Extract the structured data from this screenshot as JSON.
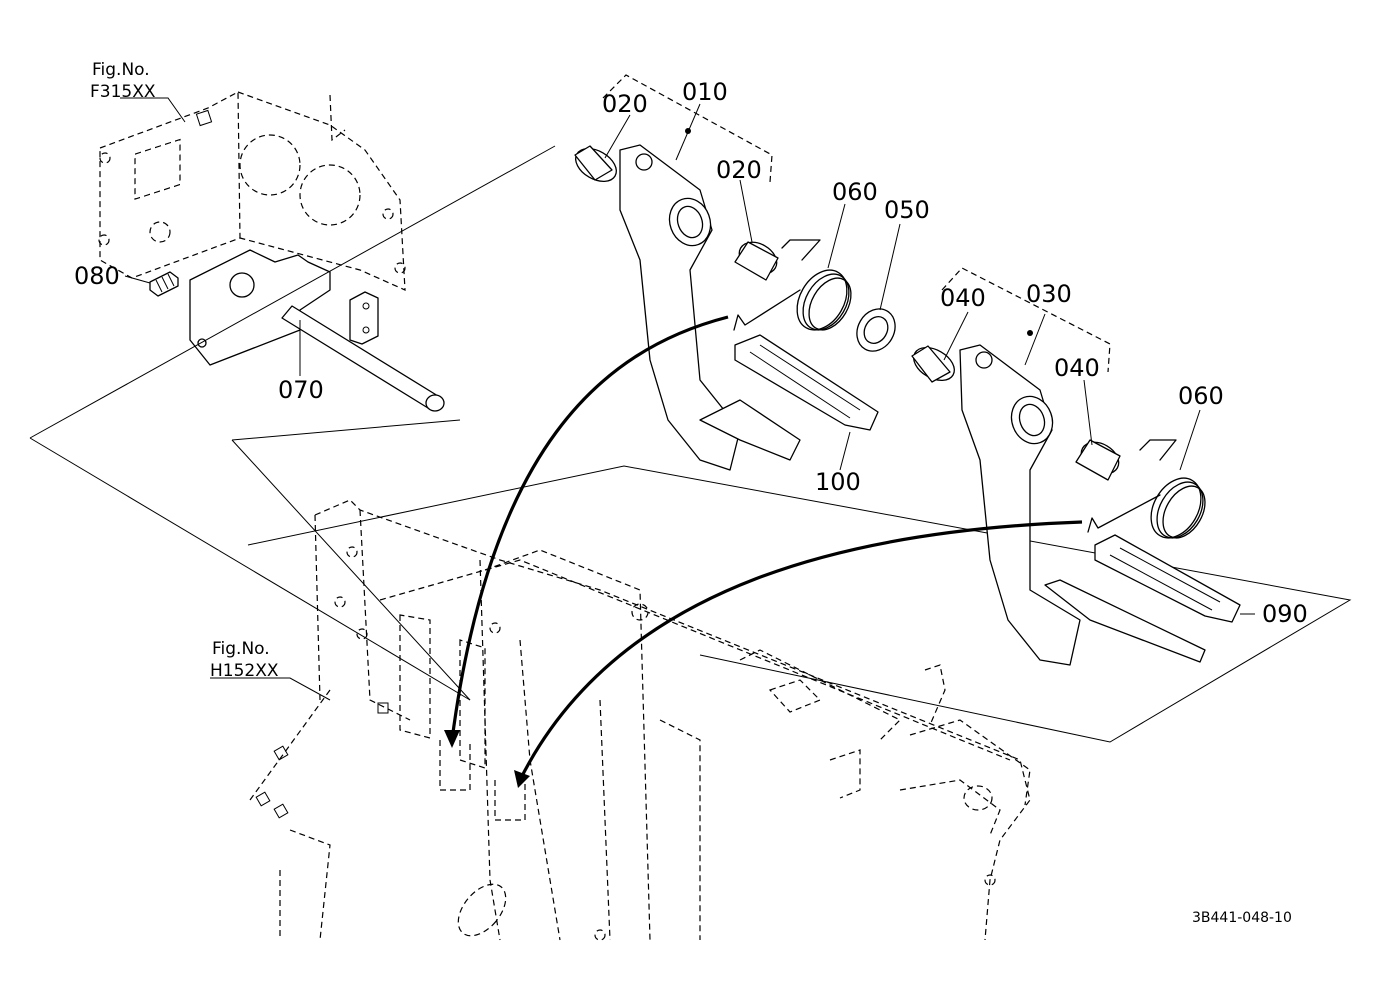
{
  "figure_refs": {
    "left_top": {
      "title": "Fig.No.",
      "code": "F315XX"
    },
    "left_bottom": {
      "title": "Fig.No.",
      "code": "H152XX"
    }
  },
  "parts": {
    "p010": "010",
    "p020a": "020",
    "p020b": "020",
    "p030": "030",
    "p040a": "040",
    "p040b": "040",
    "p050": "050",
    "p060a": "060",
    "p060b": "060",
    "p070": "070",
    "p080": "080",
    "p090": "090",
    "p100": "100"
  },
  "drawing_code": "3B441-048-10"
}
